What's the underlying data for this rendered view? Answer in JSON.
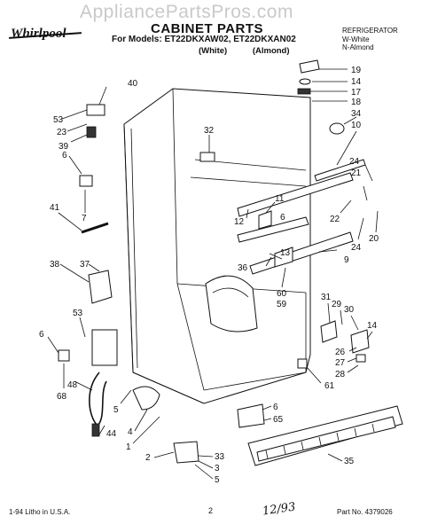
{
  "watermark": "AppliancePartsPros.com",
  "logo_text": "Whirlpool",
  "title": "CABINET PARTS",
  "models_line": "For Models: ET22DKXAW02, ET22DKXAN02",
  "variant_white": "(White)",
  "variant_almond": "(Almond)",
  "category": {
    "line1": "REFRIGERATOR",
    "line2": "W-White",
    "line3": "N-Almond"
  },
  "footer": {
    "litho": "1-94 Litho in U.S.A.",
    "page": "2",
    "handwritten": "12/93",
    "part_no": "Part No. 4379026"
  },
  "callouts": [
    "40",
    "53",
    "23",
    "39",
    "6",
    "7",
    "41",
    "38",
    "37",
    "53",
    "6",
    "68",
    "48",
    "44",
    "5",
    "4",
    "1",
    "2",
    "33",
    "3",
    "5",
    "32",
    "11",
    "12",
    "6",
    "13",
    "36",
    "60",
    "59",
    "9",
    "19",
    "14",
    "17",
    "18",
    "34",
    "10",
    "24",
    "21",
    "22",
    "24",
    "20",
    "31",
    "29",
    "30",
    "14",
    "26",
    "27",
    "28",
    "61",
    "6",
    "65",
    "35"
  ]
}
